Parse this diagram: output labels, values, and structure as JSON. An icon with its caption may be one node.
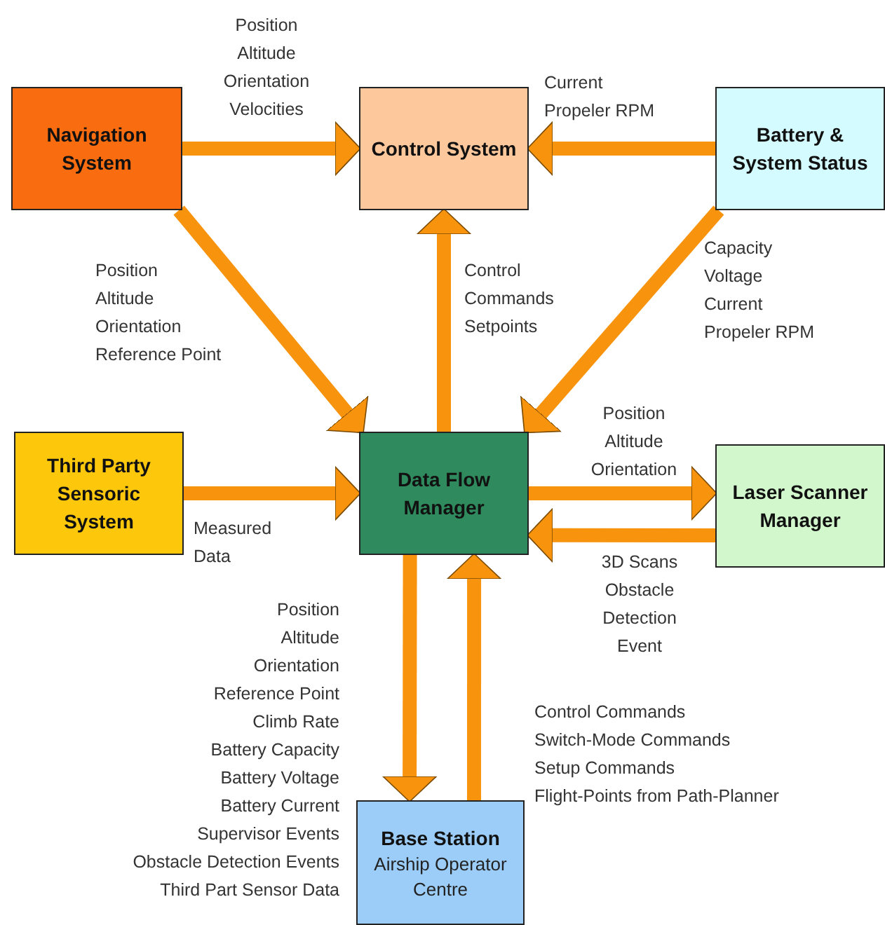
{
  "diagram": {
    "nodes": [
      {
        "text": [
          "Navigation System"
        ]
      },
      {
        "text": [
          "Control System"
        ]
      },
      {
        "text": [
          "Battery & System Status"
        ]
      },
      {
        "text": [
          "Third Party Sensoric System"
        ]
      },
      {
        "text": [
          "Data Flow Manager"
        ]
      },
      {
        "text": [
          "Laser Scanner Manager"
        ]
      },
      {
        "text": [
          "Base Station",
          "Airship Operator Centre"
        ]
      }
    ],
    "edges": [
      {
        "from": 0,
        "to": 1,
        "arrow": "to",
        "label": "Position Altitude Orientation Velocities"
      },
      {
        "from": 2,
        "to": 1,
        "arrow": "to",
        "label": "Current Propeler RPM"
      },
      {
        "from": 0,
        "to": 4,
        "arrow": "to",
        "label": "Position Altitude Orientation Reference Point"
      },
      {
        "from": 4,
        "to": 1,
        "arrow": "to",
        "label": "Control Commands Setpoints"
      },
      {
        "from": 2,
        "to": 4,
        "arrow": "to",
        "label": "Capacity Voltage Current Propeler RPM"
      },
      {
        "from": 3,
        "to": 4,
        "arrow": "to",
        "label": "Measured Data"
      },
      {
        "from": 4,
        "to": 5,
        "arrow": "to",
        "label": "Position Altitude Orientation"
      },
      {
        "from": 5,
        "to": 4,
        "arrow": "to",
        "label": "3D Scans Obstacle Detection Event"
      },
      {
        "from": 4,
        "to": 6,
        "arrow": "to",
        "label": "Position Altitude Orientation Reference Point Climb Rate Battery Capacity Battery Voltage Battery Current Supervisor Events Obstacle Detection Events Third Part Sensor Data"
      },
      {
        "from": 6,
        "to": 4,
        "arrow": "to",
        "label": "Control Commands Switch-Mode Commands Setup Commands Flight-Points from Path-Planner"
      }
    ]
  }
}
